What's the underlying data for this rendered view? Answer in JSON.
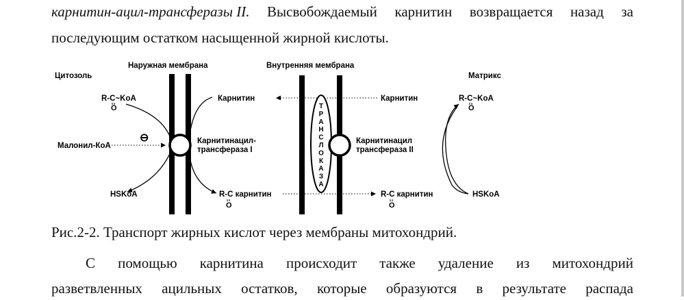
{
  "text": {
    "line1_words": [
      "карнитин-ацил-трансферазы II.",
      "Высвобождаемый",
      "карнитин",
      "возвращается",
      "назад",
      "за"
    ],
    "line2": "последующим остатком насыщенной жирной кислоты.",
    "caption": "Рис.2-2.  Транспорт жирных кислот  через мембраны митохондрий.",
    "line4_words": [
      "С",
      "помощью",
      "карнитина",
      "происходит",
      "также",
      "удаление",
      "из",
      "митохондрий"
    ],
    "line5_words": [
      "разветвленных",
      "ацильных",
      "остатков,",
      "которые",
      "образуются",
      "в",
      "результате",
      "распада"
    ]
  },
  "figure": {
    "cytosol": "Цитозоль",
    "outer_membrane": "Наружная мембрана",
    "inner_membrane": "Внутренняя мембрана",
    "matrix": "Матрикс",
    "acyl_coa_left": "R-C~KoA",
    "acyl_coa_right": "R-C~KoA",
    "oxo": "O",
    "malonyl": "Малонил-КоА",
    "inhibit": "⊖",
    "hskoa_left": "HSKoA",
    "hskoa_right": "HSKoA",
    "carnitine_mid": "Карнитин",
    "carnitine_right": "Карнитин",
    "cpt1_line1": "Карнитинацил-",
    "cpt1_line2": "трансфераза I",
    "cpt2_line1": "Карнитинацил",
    "cpt2_line2": "трансфераза II",
    "translocase_letters": [
      "Т",
      "Р",
      "А",
      "Н",
      "С",
      "Л",
      "О",
      "К",
      "А",
      "З",
      "А"
    ],
    "acylcarnitine_left": "R-C карнитин",
    "acylcarnitine_right": "R-C карнитин"
  }
}
